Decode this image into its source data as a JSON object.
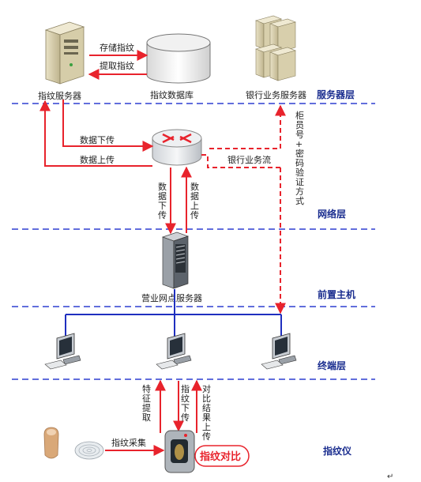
{
  "layers": {
    "server": "服务器层",
    "network": "网络层",
    "front": "前置主机",
    "terminal": "终端层",
    "device": "指纹仪"
  },
  "nodes": {
    "fp_server": "指纹服务器",
    "fp_db": "指纹数据库",
    "bank_server": "银行业务服务器",
    "business_server": "营业网点服务器"
  },
  "edges": {
    "store": "存储指纹",
    "fetch": "提取指纹",
    "data_down": "数据下传",
    "data_up": "数据上传",
    "bank_flow": "银行业务流",
    "account_auth": "柜员号+密码验证方式",
    "net_down": "数据下传",
    "net_up": "数据上传",
    "feature_extract": "特征提取",
    "fp_down": "指纹下传",
    "result_up": "对比结果上传",
    "fp_collect": "指纹采集",
    "fp_compare": "指纹对比"
  },
  "colors": {
    "red": "#e8232c",
    "blue": "#1f2fbf",
    "layer_line": "#2f3fd0"
  },
  "footer_mark": "↵"
}
